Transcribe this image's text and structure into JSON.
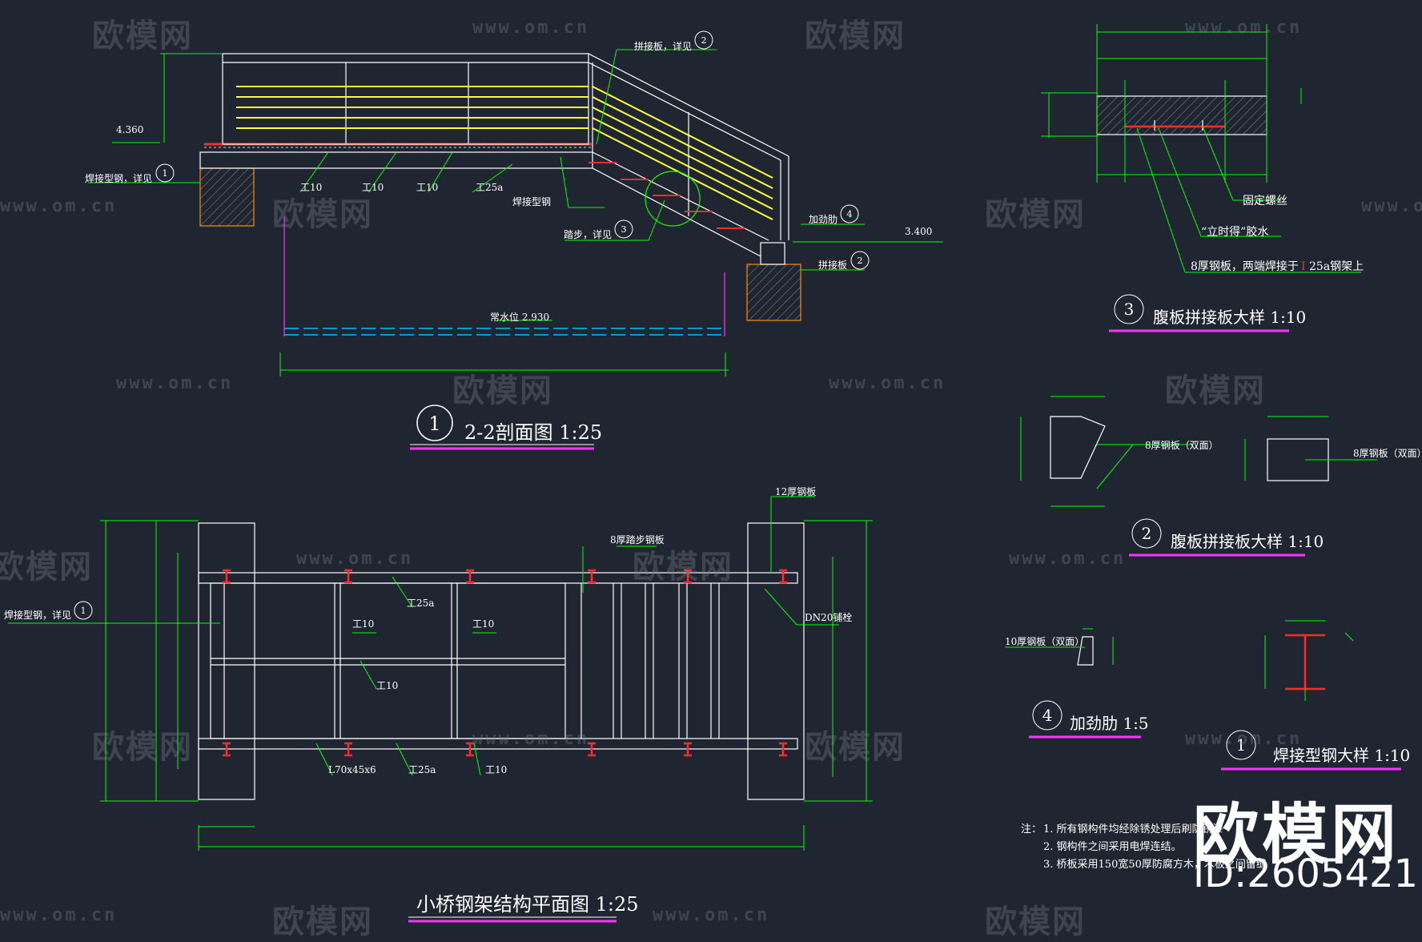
{
  "colors": {
    "background": "#202631",
    "line": "#ffffff",
    "dim": "#00ff00",
    "steel": "#ff2a2a",
    "rail": "#ffff33",
    "underline": "#ff33ff",
    "water": "#00bfff",
    "hatch": "#ff8c00"
  },
  "watermarks": {
    "logo": "欧模网",
    "url": "www.om.cn",
    "brand": "欧模网",
    "id": "ID:2605421"
  },
  "section": {
    "elev_top": "4.360",
    "elev_right": "3.400",
    "water": "常水位 2.930",
    "lbl_weld": "焊接型钢，详见",
    "lbl_splice_top": "拼接板，详见",
    "lbl_weld2": "焊接型钢",
    "lbl_step": "踏步，详见",
    "lbl_stiff": "加劲肋",
    "lbl_splice_bot": "拼接板",
    "i10a": "工10",
    "i10b": "工10",
    "i10c": "工10",
    "i25a": "工25a",
    "num": "1",
    "title": "2-2剖面图  1:25",
    "c1": "1",
    "c2": "2",
    "c3": "3",
    "c4": "4",
    "c5": "2"
  },
  "plan": {
    "lbl_weld": "焊接型钢，详见",
    "lbl_12": "12厚钢板",
    "lbl_8": "8厚踏步钢板",
    "lbl_dn": "DN20铺栓",
    "i25a_top": "工25a",
    "i10_1": "工10",
    "i10_2": "工10",
    "i10_3": "工10",
    "angle": "L70x45x6",
    "i25a_bot": "工25a",
    "i10_bot": "工10",
    "title": "小桥钢架结构平面图  1:25",
    "c1": "1"
  },
  "detail3": {
    "num": "3",
    "title": "腹板拼接板大样  1:10",
    "lbl1": "固定螺丝",
    "lbl2": "“立时得”胶水",
    "lbl3": "8厚钢板，两端焊接于",
    "lbl3b": "25a钢架上"
  },
  "detail2": {
    "num": "2",
    "title": "腹板拼接板大样  1:10",
    "lbl1": "8厚钢板（双面）",
    "lbl2": "8厚钢板（双面）"
  },
  "detail4": {
    "num": "4",
    "title": "加劲肋  1:5",
    "lbl1": "10厚钢板（双面）"
  },
  "detail1": {
    "num": "1",
    "title": "焊接型钢大样  1:10"
  },
  "notes": {
    "head": "注：",
    "n1": "1. 所有钢构件均经除锈处理后刷防锈漆",
    "n2": "2. 钢构件之间采用电焊连结。",
    "n3": "3. 桥板采用150宽50厚防腐方木，木板之间留缝"
  }
}
